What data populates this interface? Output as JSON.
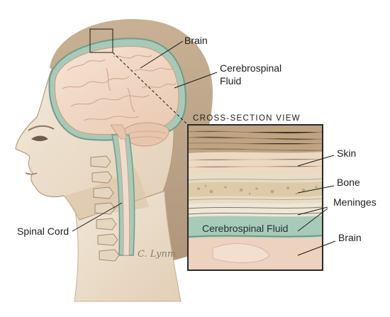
{
  "labels": {
    "brain": "Brain",
    "csf_line1": "Cerebrospinal",
    "csf_line2": "Fluid",
    "spinal_cord": "Spinal Cord",
    "cross_section_title": "CROSS-SECTION VIEW",
    "skin": "Skin",
    "bone": "Bone",
    "meninges": "Meninges",
    "csf_inset": "Cerebrospinal Fluid",
    "brain_inset": "Brain"
  },
  "signature": "C. Lynm",
  "colors": {
    "skin": "#efe3d3",
    "skin_shadow": "#d9c4a8",
    "hair": "#b59a7c",
    "brain": "#f1d9c6",
    "brain_lines": "#cfa08a",
    "csf": "#a9c9b8",
    "csf_dark": "#6f9c88",
    "bone": "#e6dcc3",
    "inset_frame": "#2a2a2a"
  }
}
